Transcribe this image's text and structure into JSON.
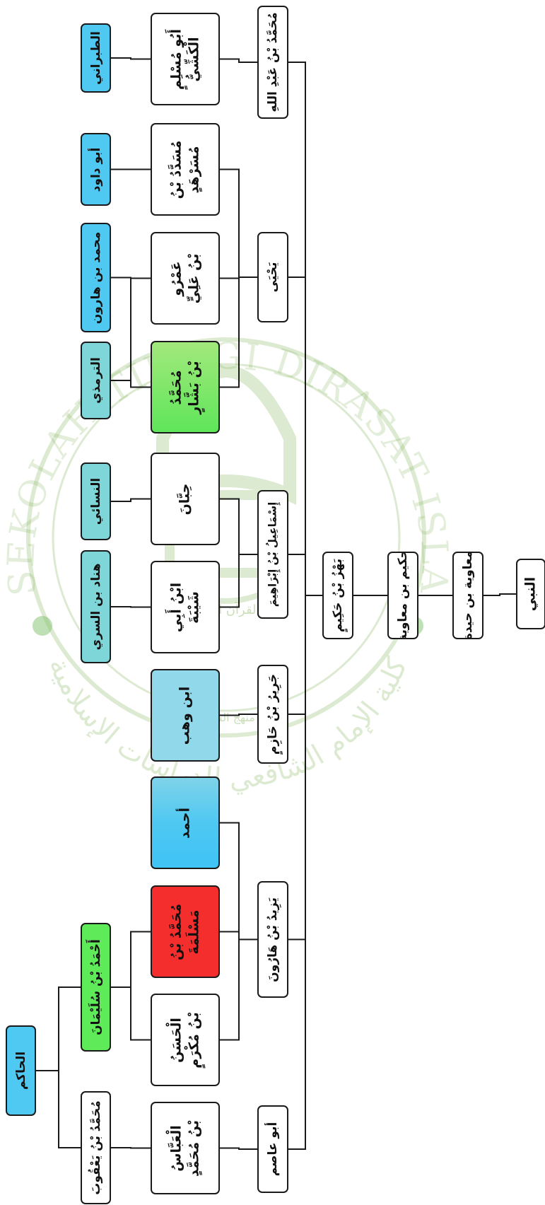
{
  "watermark": {
    "arc_text": "SEKOLAH TINGGI DIRASAT ISLAMIYAH IMAM SYAFII",
    "arabic_text": "كلية الإمام الشافعي للدراسات الإسلامية",
    "center_top": "القرآن   السنة",
    "center_bottom": "منهج السلف"
  },
  "colors": {
    "blue": "#4fc8f2",
    "teal": "#7fd6d8",
    "light_blue": "#90d8ea",
    "green": "#5fea5a",
    "red": "#f42d2d",
    "gradient_green": "#8be86a",
    "white": "#ffffff",
    "line": "#1a1a1a"
  },
  "nodes": {
    "nabi": {
      "line1": "النبي",
      "line2": "",
      "color": "white"
    },
    "muawiya": {
      "line1": "معاوية بن حيدة",
      "line2": "",
      "color": "white"
    },
    "hakim": {
      "line1": "حكيم بن معاوية",
      "line2": "",
      "color": "white"
    },
    "bahz": {
      "line1": "بَهْزُ بْنُ حَكِيمٍ",
      "line2": "",
      "color": "white"
    },
    "muhammad_abdullah": {
      "line1": "مُحَمَّدُ بْنُ عَبْدِ اللهِ",
      "line2": "",
      "color": "white"
    },
    "yahya": {
      "line1": "يَحْيَى",
      "line2": "",
      "color": "white"
    },
    "ismail": {
      "line1": "إِسْمَاعِيلُ بْنُ إِبْرَاهِيمَ",
      "line2": "",
      "color": "white"
    },
    "jarir": {
      "line1": "جَرِيرُ بْنُ حَازِمٍ",
      "line2": "",
      "color": "white"
    },
    "yazid": {
      "line1": "يَزِيدُ بْنُ هَارُونَ",
      "line2": "",
      "color": "white"
    },
    "abu_asim": {
      "line1": "أبو عاصم",
      "line2": "",
      "color": "white"
    },
    "abu_muslim": {
      "line1": "أَبُو مُسْلِمٍ",
      "line2": "الْكَشِّيُّ",
      "color": "white"
    },
    "musaddad": {
      "line1": "مُسَدَّدُ بْنُ",
      "line2": "مُسَرْهَدٍ",
      "color": "white"
    },
    "amr": {
      "line1": "عَمْرُو",
      "line2": "بْنُ عَلِيٍّ",
      "color": "white"
    },
    "bashshar": {
      "line1": "مُحَمَّدُ",
      "line2": "بْنُ بَشَّارٍ",
      "color": "gradient_green"
    },
    "hibban": {
      "line1": "حِبَّانَ",
      "line2": "",
      "color": "white"
    },
    "abi_shayba": {
      "line1": "ابْنُ أَبِي",
      "line2": "شَيْبَةَ",
      "color": "white"
    },
    "ibn_wahb": {
      "line1": "ابن وهب",
      "line2": "",
      "color": "light_blue"
    },
    "ahmad": {
      "line1": "أحمد",
      "line2": "",
      "color": "blue"
    },
    "maslama": {
      "line1": "مُحَمَّدُ بْنُ",
      "line2": "مَسْلَمَةَ",
      "color": "red"
    },
    "hasan": {
      "line1": "الْحَسَنُ",
      "line2": "بْنُ مُكْرَمٍ",
      "color": "white"
    },
    "abbas": {
      "line1": "الْعَبَّاسُ",
      "line2": "بْنُ مُحَمَّدٍ",
      "color": "white"
    },
    "tabarani": {
      "line1": "الطبراني",
      "line2": "",
      "color": "blue"
    },
    "abu_dawud": {
      "line1": "أبو داود",
      "line2": "",
      "color": "blue"
    },
    "muhammad_harun": {
      "line1": "محمد بن هارون",
      "line2": "",
      "color": "blue"
    },
    "tirmidhi": {
      "line1": "الترمذي",
      "line2": "",
      "color": "teal"
    },
    "nasai": {
      "line1": "النسائي",
      "line2": "",
      "color": "teal"
    },
    "hannad": {
      "line1": "هناد بن السري",
      "line2": "",
      "color": "teal"
    },
    "sulayman": {
      "line1": "أَحْمَدُ بْنُ سُلَيْمَانَ",
      "line2": "",
      "color": "green"
    },
    "yaqub": {
      "line1": "مُحَمَّدُ بْنُ يَعْقُوبَ",
      "line2": "",
      "color": "white"
    },
    "hakim_final": {
      "line1": "الحاكم",
      "line2": "",
      "color": "blue"
    }
  },
  "edges": [
    [
      "nabi",
      "muawiya"
    ],
    [
      "muawiya",
      "hakim"
    ],
    [
      "hakim",
      "bahz"
    ],
    [
      "bahz",
      "muhammad_abdullah"
    ],
    [
      "bahz",
      "yahya"
    ],
    [
      "bahz",
      "ismail"
    ],
    [
      "bahz",
      "jarir"
    ],
    [
      "bahz",
      "yazid"
    ],
    [
      "bahz",
      "abu_asim"
    ],
    [
      "muhammad_abdullah",
      "abu_muslim"
    ],
    [
      "abu_muslim",
      "tabarani"
    ],
    [
      "yahya",
      "musaddad"
    ],
    [
      "yahya",
      "amr"
    ],
    [
      "yahya",
      "bashshar"
    ],
    [
      "musaddad",
      "abu_dawud"
    ],
    [
      "amr",
      "muhammad_harun"
    ],
    [
      "amr",
      "tirmidhi"
    ],
    [
      "bashshar",
      "muhammad_harun"
    ],
    [
      "bashshar",
      "tirmidhi"
    ],
    [
      "ismail",
      "hibban"
    ],
    [
      "ismail",
      "abi_shayba"
    ],
    [
      "hibban",
      "nasai"
    ],
    [
      "abi_shayba",
      "hannad"
    ],
    [
      "jarir",
      "ibn_wahb"
    ],
    [
      "yazid",
      "ahmad"
    ],
    [
      "yazid",
      "maslama"
    ],
    [
      "yazid",
      "hasan"
    ],
    [
      "maslama",
      "sulayman"
    ],
    [
      "hasan",
      "sulayman"
    ],
    [
      "abu_asim",
      "abbas"
    ],
    [
      "abbas",
      "yaqub"
    ],
    [
      "sulayman",
      "hakim_final"
    ],
    [
      "yaqub",
      "hakim_final"
    ]
  ]
}
